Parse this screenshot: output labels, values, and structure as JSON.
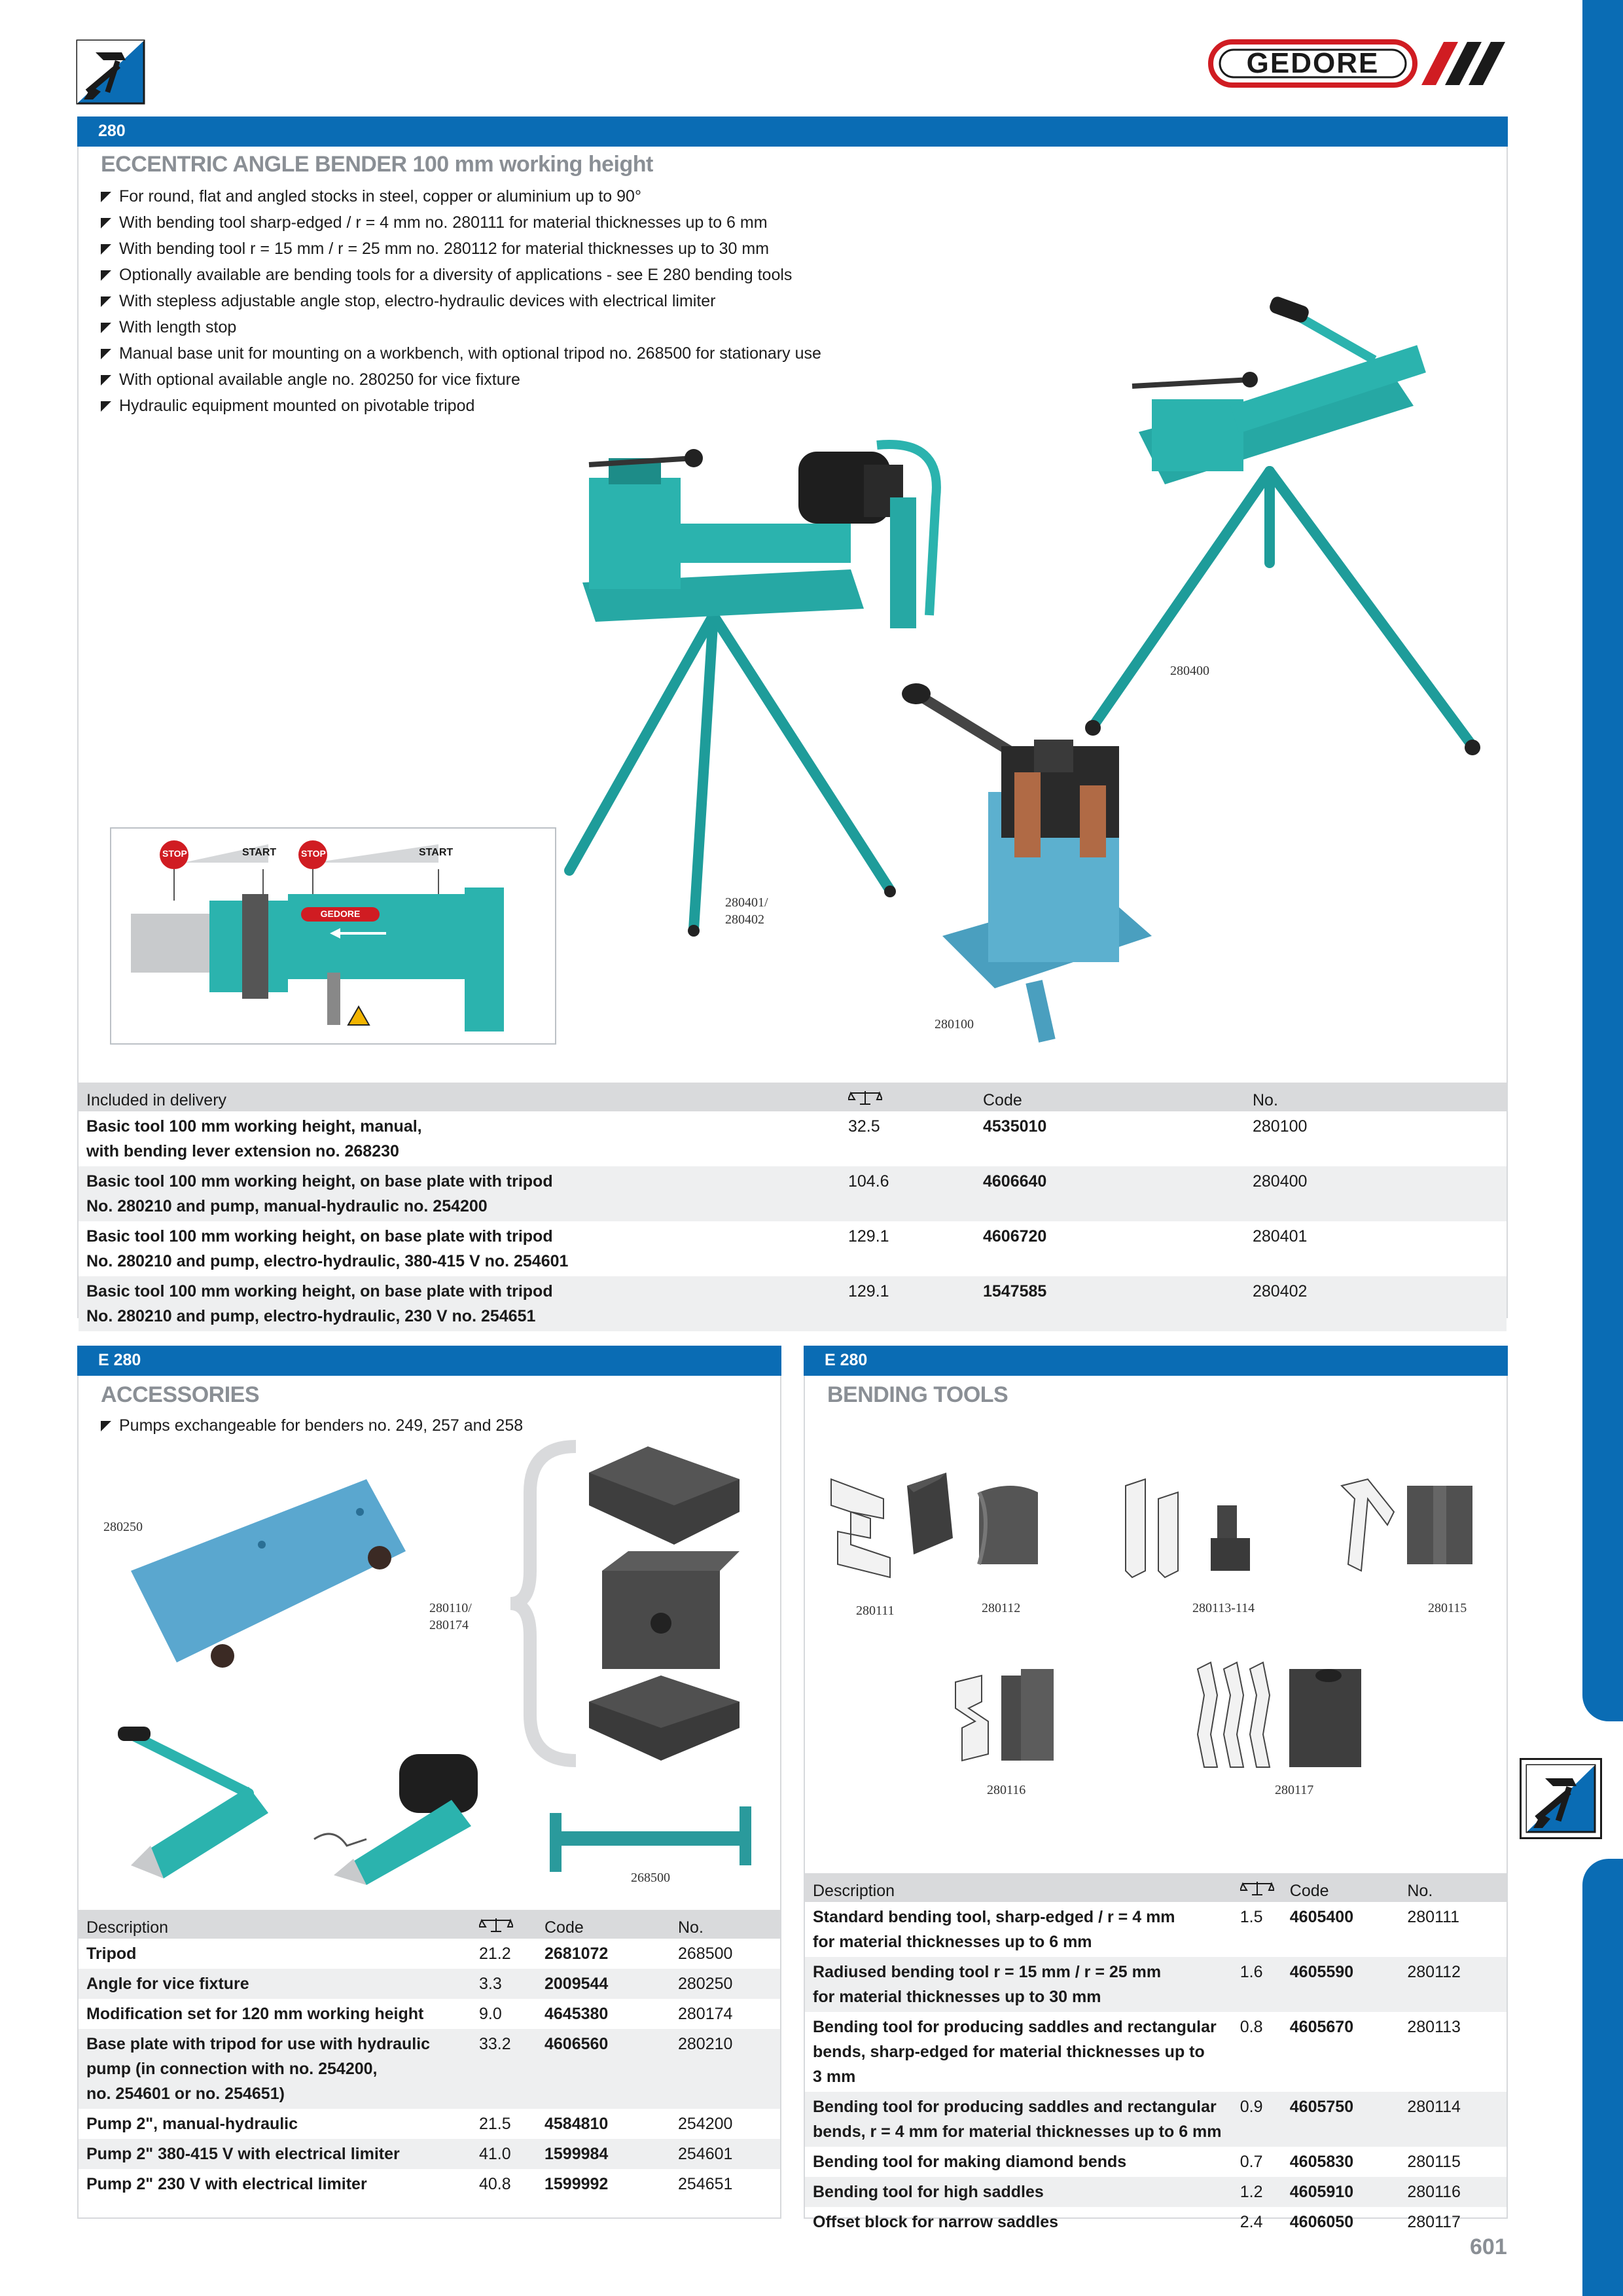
{
  "brand": {
    "name": "GEDORE",
    "red": "#d01c22",
    "blue": "#0a6cb4"
  },
  "main_section": {
    "number": "280",
    "title": "ECCENTRIC ANGLE BENDER 100 mm working height",
    "bullets": [
      "For round, flat and angled stocks in steel, copper or aluminium up to 90°",
      "With bending tool sharp-edged / r = 4 mm no. 280111 for material thicknesses up to 6 mm",
      "With bending tool r = 15 mm / r = 25 mm no.  280112 for material thicknesses up to 30 mm",
      "Optionally available are bending tools for a diversity of applications - see E 280 bending tools",
      "With stepless adjustable angle stop, electro-hydraulic devices with electrical limiter",
      "With length stop",
      "Manual base unit for mounting on a workbench, with optional tripod no. 268500 for stationary use",
      "With optional available angle no. 280250 for vice fixture",
      "Hydraulic equipment mounted on pivotable tripod"
    ],
    "image_labels": {
      "tripod_electro": "280401/\n280402",
      "tripod_manual": "280400",
      "base_tool": "280100"
    },
    "diagram_labels": {
      "stop": "STOP",
      "start": "START",
      "logo": "GEDORE"
    },
    "table": {
      "headers": {
        "description": "Included in delivery",
        "code": "Code",
        "no": "No."
      },
      "rows": [
        {
          "description": "Basic tool 100 mm working height, manual,\nwith bending lever extension no. 268230",
          "weight": "32.5",
          "code": "4535010",
          "no": "280100"
        },
        {
          "description": "Basic tool 100 mm working height, on base plate with tripod\nNo. 280210 and pump, manual-hydraulic no. 254200",
          "weight": "104.6",
          "code": "4606640",
          "no": "280400"
        },
        {
          "description": "Basic tool 100 mm working height, on base plate with tripod\nNo. 280210 and pump, electro-hydraulic, 380-415 V no. 254601",
          "weight": "129.1",
          "code": "4606720",
          "no": "280401"
        },
        {
          "description": "Basic tool 100 mm working height, on base plate with tripod\nNo. 280210 and pump, electro-hydraulic, 230 V no. 254651",
          "weight": "129.1",
          "code": "1547585",
          "no": "280402"
        }
      ]
    }
  },
  "accessories": {
    "number": "E 280",
    "title": "ACCESSORIES",
    "bullets": [
      "Pumps exchangeable for benders no. 249, 257 and 258"
    ],
    "image_labels": {
      "angle": "280250",
      "blocks": "280110/\n280174",
      "tripod": "268500"
    },
    "table": {
      "headers": {
        "description": "Description",
        "code": "Code",
        "no": "No."
      },
      "rows": [
        {
          "description": "Tripod",
          "weight": "21.2",
          "code": "2681072",
          "no": "268500"
        },
        {
          "description": "Angle for vice fixture",
          "weight": "3.3",
          "code": "2009544",
          "no": "280250"
        },
        {
          "description": "Modification set for 120 mm working height",
          "weight": "9.0",
          "code": "4645380",
          "no": "280174"
        },
        {
          "description": "Base plate with tripod for use with hydraulic\npump (in connection with no. 254200,\nno. 254601 or no. 254651)",
          "weight": "33.2",
          "code": "4606560",
          "no": "280210"
        },
        {
          "description": "Pump 2\", manual-hydraulic",
          "weight": "21.5",
          "code": "4584810",
          "no": "254200"
        },
        {
          "description": "Pump 2\" 380-415 V with electrical limiter",
          "weight": "41.0",
          "code": "1599984",
          "no": "254601"
        },
        {
          "description": "Pump 2\" 230 V with electrical limiter",
          "weight": "40.8",
          "code": "1599992",
          "no": "254651"
        }
      ]
    }
  },
  "bending_tools": {
    "number": "E 280",
    "title": "BENDING TOOLS",
    "image_labels": {
      "t111": "280111",
      "t112": "280112",
      "t113": "280113-114",
      "t115": "280115",
      "t116": "280116",
      "t117": "280117"
    },
    "table": {
      "headers": {
        "description": "Description",
        "code": "Code",
        "no": "No."
      },
      "rows": [
        {
          "description": "Standard bending tool, sharp-edged / r = 4 mm\nfor material thicknesses up to 6 mm",
          "weight": "1.5",
          "code": "4605400",
          "no": "280111"
        },
        {
          "description": "Radiused bending tool r = 15 mm / r = 25 mm\nfor material thicknesses up to 30 mm",
          "weight": "1.6",
          "code": "4605590",
          "no": "280112"
        },
        {
          "description": "Bending tool for producing saddles and rectangular\nbends, sharp-edged for material thicknesses up to\n3 mm",
          "weight": "0.8",
          "code": "4605670",
          "no": "280113"
        },
        {
          "description": "Bending tool for producing saddles and rectangular\nbends, r = 4 mm for material thicknesses up to 6 mm",
          "weight": "0.9",
          "code": "4605750",
          "no": "280114"
        },
        {
          "description": "Bending tool for making diamond bends",
          "weight": "0.7",
          "code": "4605830",
          "no": "280115"
        },
        {
          "description": "Bending tool for high saddles",
          "weight": "1.2",
          "code": "4605910",
          "no": "280116"
        },
        {
          "description": "Offset block for narrow saddles",
          "weight": "2.4",
          "code": "4606050",
          "no": "280117"
        }
      ]
    }
  },
  "page_number": "601",
  "icons": {
    "category": "bender-tool-icon",
    "weight": "scale-icon"
  }
}
